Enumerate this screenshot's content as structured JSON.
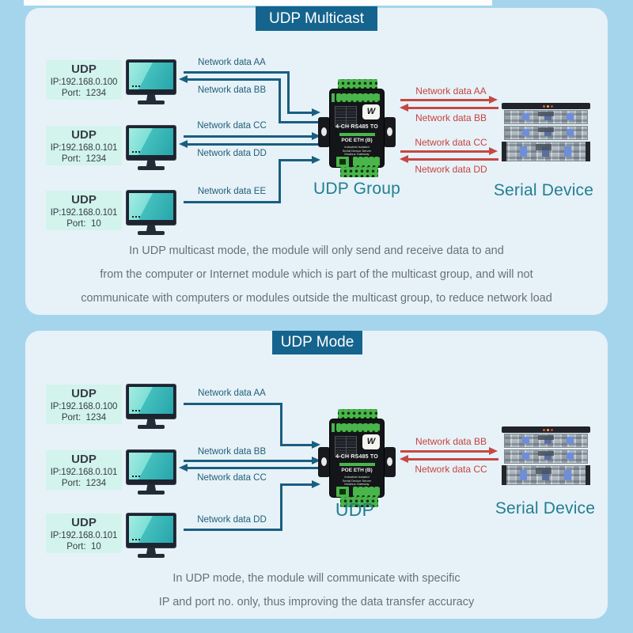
{
  "panels": {
    "p1": {
      "title": "UDP Multicast",
      "computers": [
        {
          "proto": "UDP",
          "ip": "IP:192.168.0.100",
          "port": "Port:  1234"
        },
        {
          "proto": "UDP",
          "ip": "IP:192.168.0.101",
          "port": "Port:  1234"
        },
        {
          "proto": "UDP",
          "ip": "IP:192.168.0.101",
          "port": "Port:  10"
        }
      ],
      "lan_labels": [
        "Network data AA",
        "Network data BB",
        "Network data CC",
        "Network data DD",
        "Network data EE"
      ],
      "device_caption": "UDP Group",
      "serial_caption": "Serial Device",
      "serial_labels": [
        "Network data AA",
        "Network data BB",
        "Network data CC",
        "Network data DD"
      ],
      "description": [
        "In UDP multicast mode, the module will only send and receive data to and",
        "from the computer or Internet module which is part of the multicast group, and will not",
        "communicate with computers or modules outside the multicast group, to reduce network load"
      ]
    },
    "p2": {
      "title": "UDP Mode",
      "computers": [
        {
          "proto": "UDP",
          "ip": "IP:192.168.0.100",
          "port": "Port:  1234"
        },
        {
          "proto": "UDP",
          "ip": "IP:192.168.0.101",
          "port": "Port:  1234"
        },
        {
          "proto": "UDP",
          "ip": "IP:192.168.0.101",
          "port": "Port:  10"
        }
      ],
      "lan_labels": [
        "Network data AA",
        "Network data BB",
        "Network data CC",
        "Network data DD"
      ],
      "device_caption": "UDP",
      "serial_caption": "Serial Device",
      "serial_labels": [
        "Network data BB",
        "Network data CC"
      ],
      "description": [
        "In UDP mode, the module will communicate with specific",
        "IP and port no. only, thus improving the data transfer accuracy"
      ]
    }
  },
  "device_unit": {
    "title": "4-CH RS485 TO",
    "subtitle": "POE ETH (B)",
    "details": [
      "Industrial Isolated",
      "Serial Device Server",
      "Modbus Gateway"
    ],
    "brand": "W"
  },
  "colors": {
    "background": "#a5d5ed",
    "panel": "#e6f2f8",
    "title_bar": "#15648e",
    "computer_label_bg": "#d3f3ed",
    "lan_arrow": "#1a5e7f",
    "serial_arrow": "#c64843",
    "caption_text": "#237e92",
    "description_text": "#6a7077",
    "device_green": "#49b54a",
    "monitor_screen": "#4cc5c1"
  }
}
